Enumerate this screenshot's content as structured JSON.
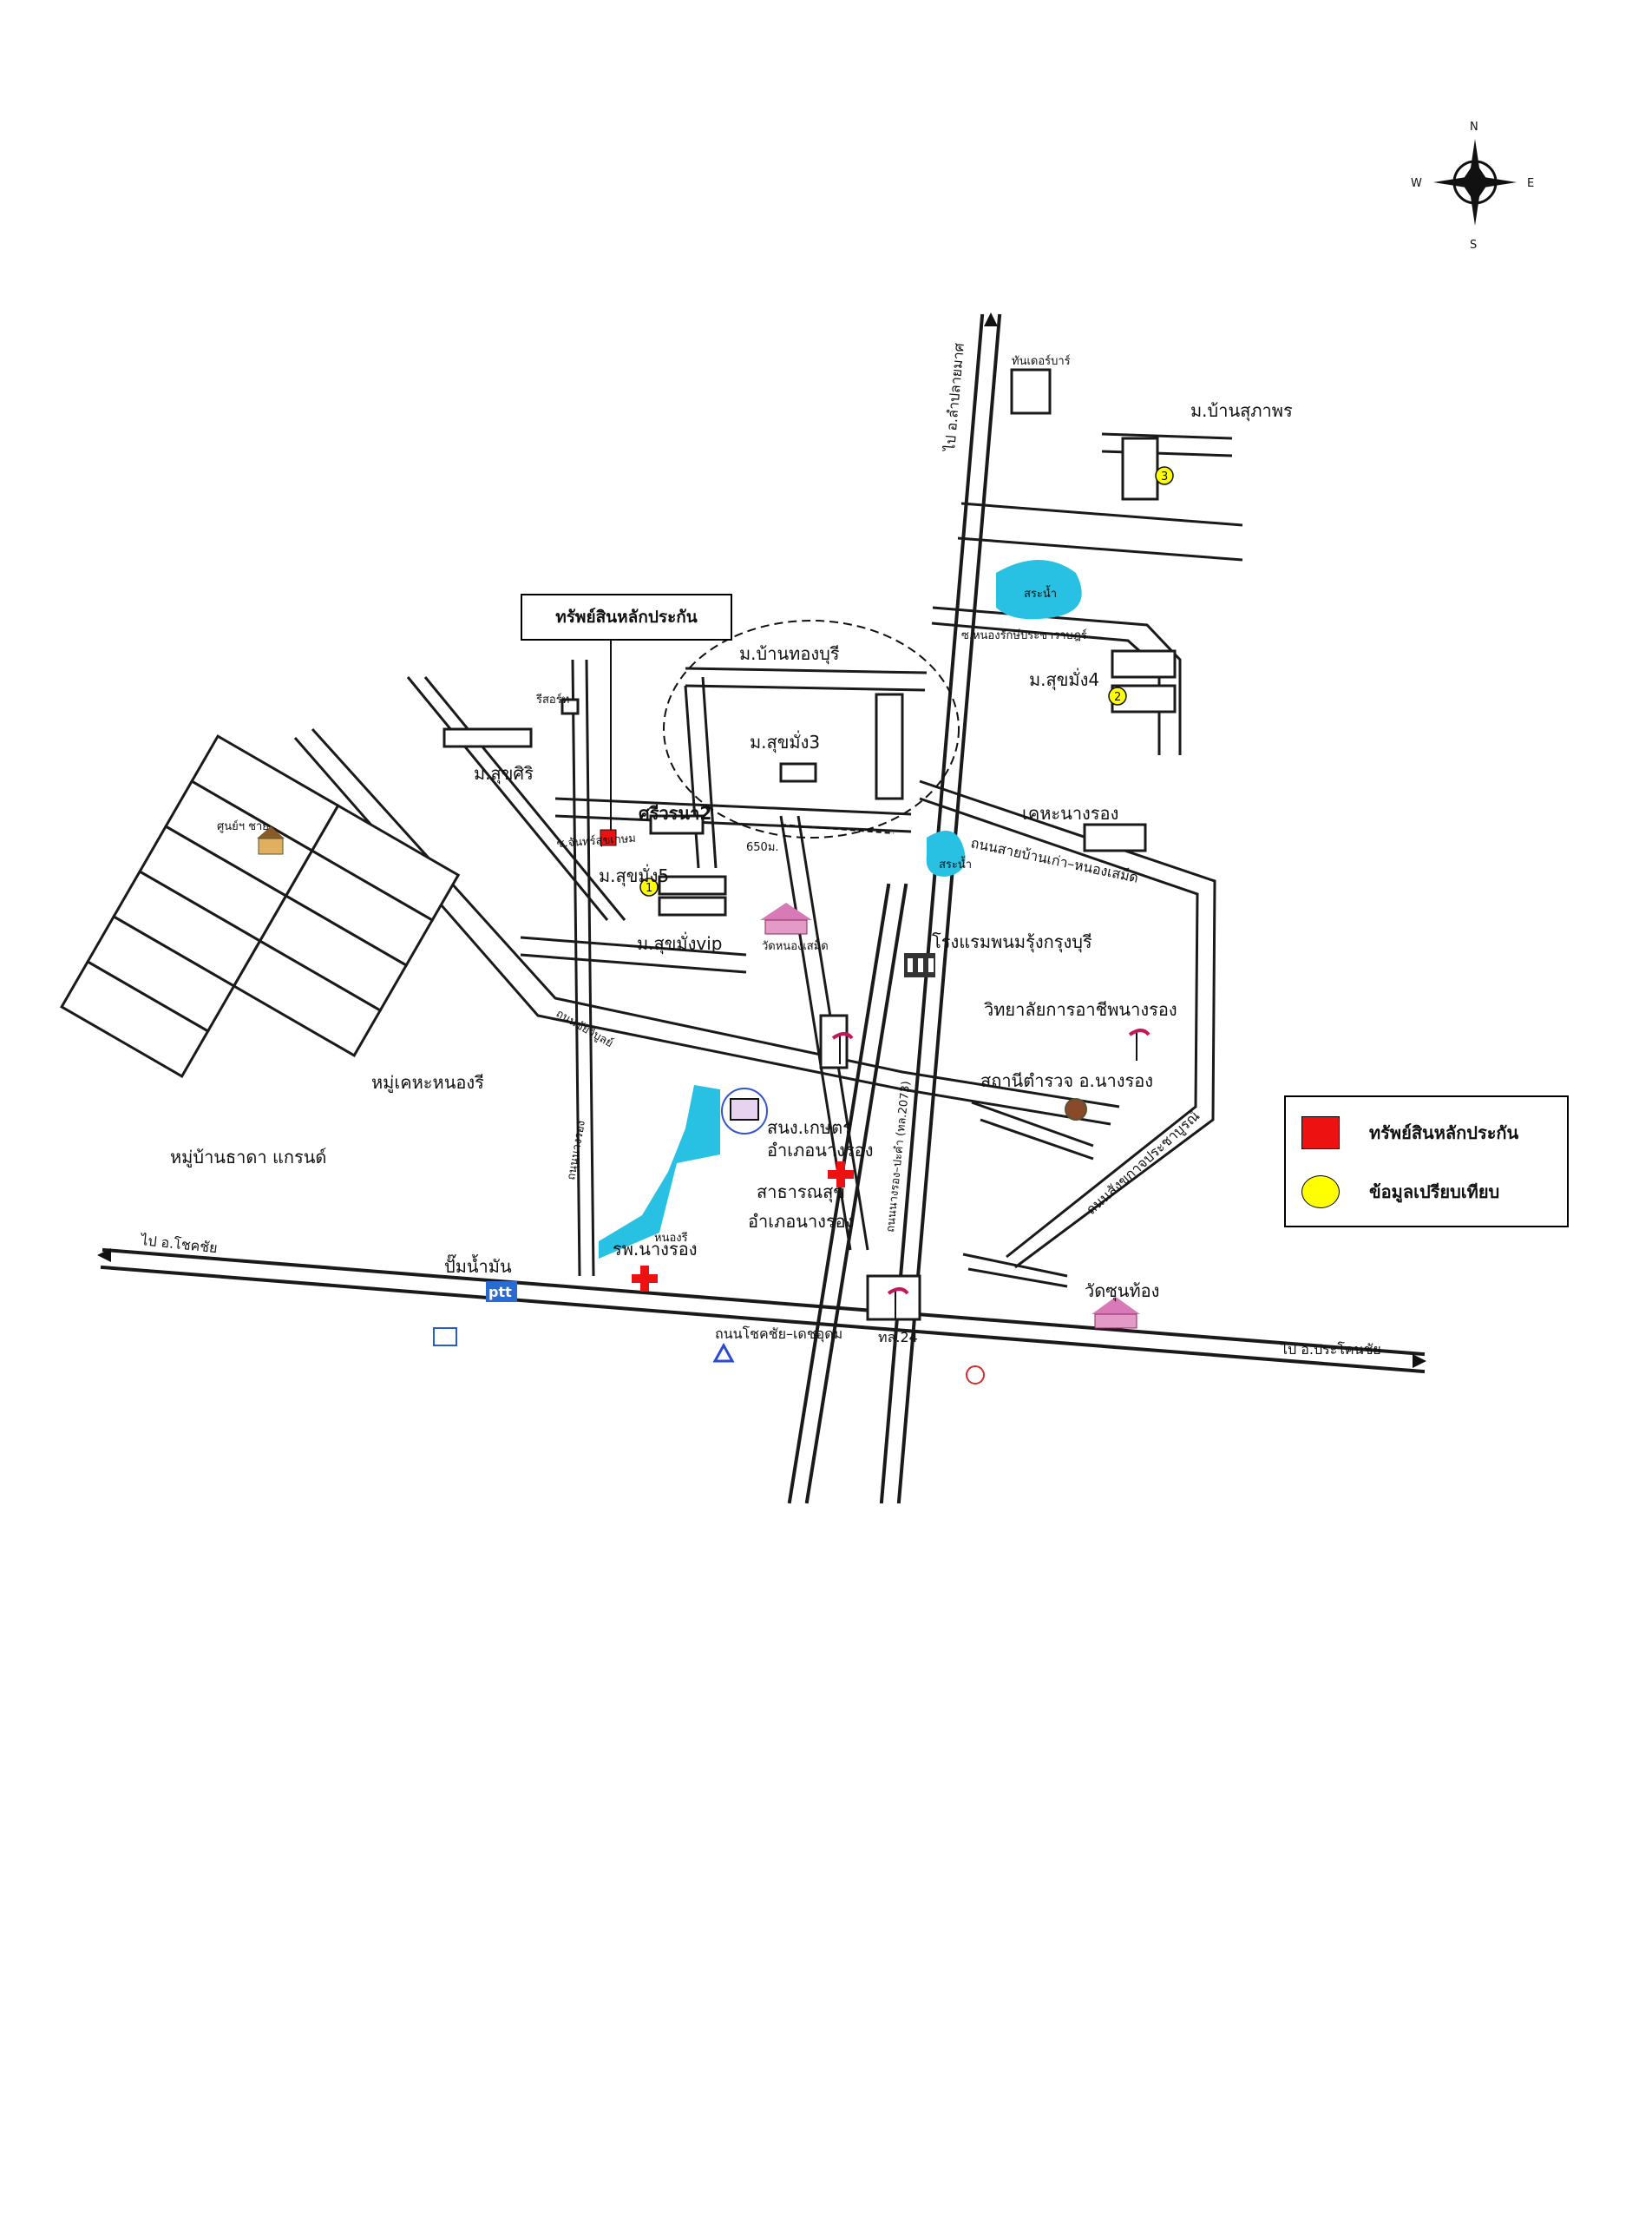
{
  "compass": {
    "n": "N",
    "s": "S",
    "e": "E",
    "w": "W"
  },
  "callout": {
    "label": "ทรัพย์สินหลักประกัน"
  },
  "legend": {
    "items": [
      {
        "label": "ทรัพย์สินหลักประกัน",
        "color": "#ee1111",
        "shape": "square"
      },
      {
        "label": "ข้อมูลเปรียบเทียบ",
        "color": "#ffff00",
        "shape": "circle"
      }
    ]
  },
  "labels": {
    "thunderbar": "ทันเดอร์บาร์",
    "to_lamplaimat": "ไป อ.ลำปลายมาศ",
    "ban_suphaporn": "ม.บ้านสุภาพร",
    "pond1": "สระน้ำ",
    "soi_nongrak": "ซ.หนองรักษ์ประชาราษฎร์",
    "suksomboon4": "ม.สุขมั่ง4",
    "ban_thongburi": "ม.บ้านทองบุรี",
    "suksomboon3": "ม.สุขมั่ง3",
    "kheha_nangrong": "เคหะนางรอง",
    "pond2": "สระน้ำ",
    "road_bankao": "ถนนสายบ้านเก่า–หนองเสม็ด",
    "hotel": "โรงแรมพนมรุ้งกรุงบุรี",
    "college": "วิทยาลัยการอาชีพนางรอง",
    "police": "สถานีตำรวจ อ.นางรอง",
    "road_prachasamran": "ถนนสังขกาจประชาบูรณ์",
    "wat_sunthong": "วัดซุนท้อง",
    "to_prakhonchai": "ไป อ.ประโคนชัย",
    "to_chokchai": "ไป อ.โชคชัย",
    "pump": "ปั๊มน้ำมัน",
    "road_chokchai": "ถนนโชคชัย–เดชอุดม",
    "route24": "ทล.24",
    "hospital": "รพ.นางรอง",
    "health": "สาธารณสุข",
    "health2": "อำเภอนางรอง",
    "district": "สนง.เกษตร",
    "district2": "อำเภอนางรอง",
    "thida": "หมู่บ้านธาดา แกรนด์",
    "kheha_nongri": "หมู่เคหะหนองรี",
    "sriwanna": "ศรีวรนา2",
    "suksomboon5": "ม.สุขมั่ง5",
    "suksomboon_vip": "ม.สุขมั่งvip",
    "wat_nongsamet": "วัดหนองเสม็ด",
    "suksiri": "ม.สุขศิริ",
    "distance": "650ม.",
    "ritaw": "รีสอร์ท",
    "sunoh": "ศูนย์ฯ ชาย",
    "road_nangrong_pakham": "ถนนนางรอง–ปะคำ (ทล.2073)",
    "soi_small": "ซ.จันทร์สุขเกษม",
    "pond_small": "หนองรี",
    "road_left": "ถนนชัยวิบูลย์",
    "road_left2": "ถนนนางรอง"
  },
  "markers": {
    "comp1": "1",
    "comp3": "3",
    "comp2": "2"
  },
  "colors": {
    "water": "#29c1e3",
    "subject": "#ee1111",
    "comparable": "#ffff00"
  }
}
